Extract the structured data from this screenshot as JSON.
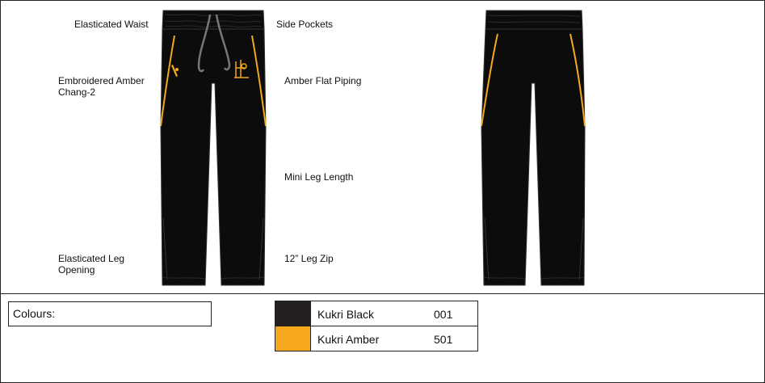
{
  "callouts": {
    "elasticated_waist": "Elasticated Waist",
    "side_pockets": "Side Pockets",
    "embroidered_line1": "Embroidered Amber",
    "embroidered_line2": "Chang-2",
    "amber_piping": "Amber Flat Piping",
    "mini_leg_length": "Mini Leg Length",
    "elasticated_leg_line1": "Elasticated Leg",
    "elasticated_leg_line2": "Opening",
    "leg_zip": "12” Leg Zip"
  },
  "colours": {
    "label": "Colours:",
    "swatches": [
      {
        "name": "Kukri Black",
        "code": "001",
        "color": "#231f20"
      },
      {
        "name": "Kukri Amber",
        "code": "501",
        "color": "#f5a81c"
      }
    ]
  },
  "garment": {
    "fabric_color": "#0c0c0c",
    "piping_color": "#f5a81c"
  }
}
